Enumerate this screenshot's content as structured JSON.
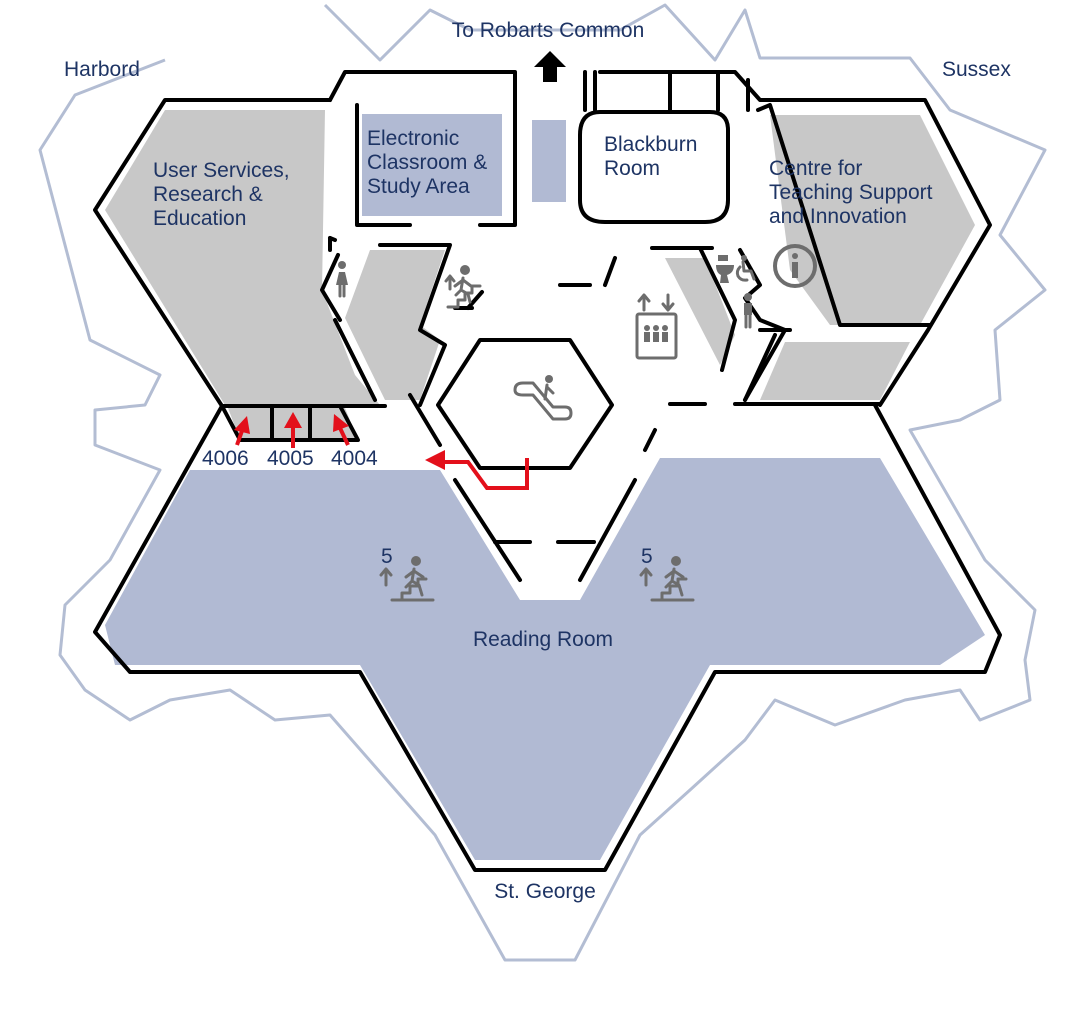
{
  "streets": {
    "north": "To Robarts Common",
    "northwest": "Harbord",
    "northeast": "Sussex",
    "south": "St. George"
  },
  "rooms": {
    "user_services": [
      "User Services,",
      "Research &",
      "Education"
    ],
    "electronic_classroom": [
      "Electronic",
      "Classroom &",
      "Study Area"
    ],
    "blackburn": [
      "Blackburn",
      "Room"
    ],
    "centre_teaching": [
      "Centre for",
      "Teaching Support",
      "and Innovation"
    ],
    "reading_room": "Reading Room"
  },
  "room_numbers": [
    "4006",
    "4005",
    "4004"
  ],
  "stairs_up_floor": "5",
  "icons": [
    "north-arrow-icon",
    "womens-washroom-icon",
    "stairs-up-icon",
    "escalator-icon",
    "elevator-icon",
    "toilet-icon",
    "accessible-icon",
    "information-icon",
    "mens-washroom-icon",
    "route-arrow-icon"
  ],
  "colors": {
    "text": "#1e3464",
    "route": "#e3101b",
    "room_grey": "#c8c8c8",
    "room_blue": "#b1bad3",
    "outline": "#b3bdd3"
  }
}
